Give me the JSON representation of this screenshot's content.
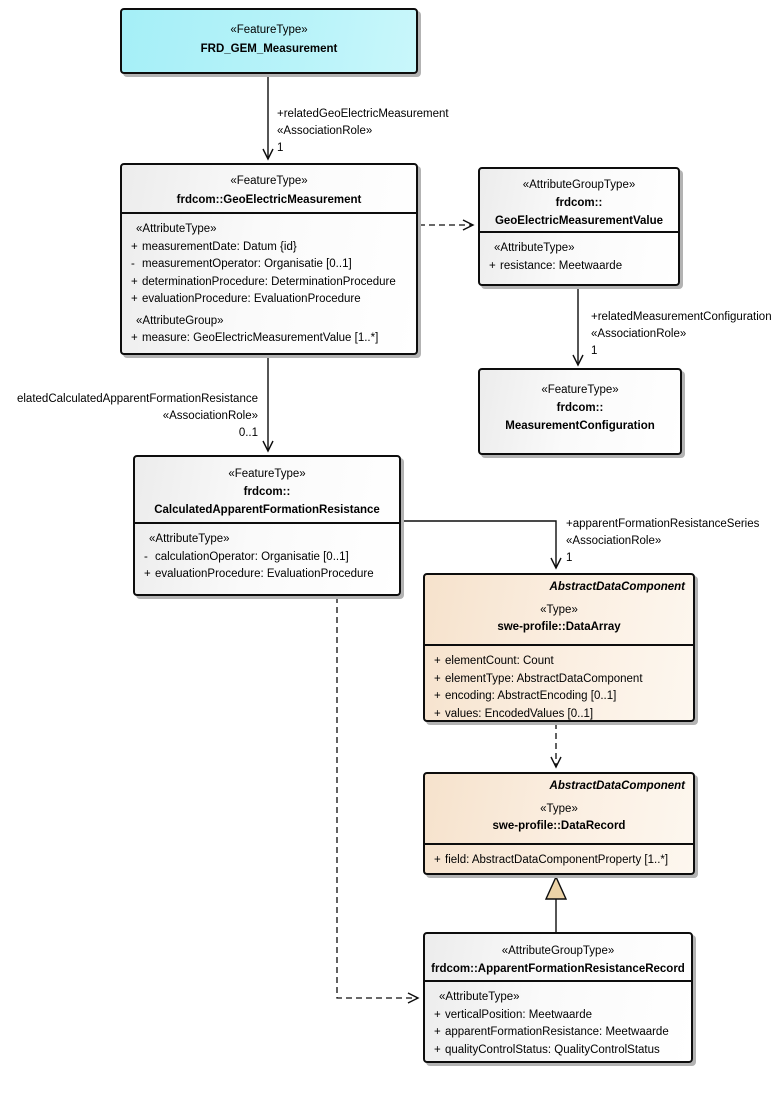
{
  "diagram": {
    "title": "UML class diagram — FRD GEM Measurement model",
    "colors": {
      "feature_highlight": "#AFF1F8",
      "abstract_fill": "#F6E2CC",
      "box_fill": "#F2F2F2",
      "border": "#0D0D0D",
      "generalization_triangle": "#ECD3A7",
      "shadow": "#B3B3B3"
    },
    "boxes": {
      "frd_gem": {
        "stereotype": "«FeatureType»",
        "name": "FRD_GEM_Measurement"
      },
      "gem": {
        "stereotype": "«FeatureType»",
        "name": "frdcom::GeoElectricMeasurement",
        "rows": [
          {
            "sign": "",
            "text": "«AttributeType»"
          },
          {
            "sign": "+",
            "text": "measurementDate: Datum {id}"
          },
          {
            "sign": "-",
            "text": "measurementOperator: Organisatie [0..1]"
          },
          {
            "sign": "+",
            "text": "determinationProcedure: DeterminationProcedure"
          },
          {
            "sign": "+",
            "text": "evaluationProcedure: EvaluationProcedure"
          },
          {
            "sign": "",
            "text": "«AttributeGroup»"
          },
          {
            "sign": "+",
            "text": "measure: GeoElectricMeasurementValue [1..*]"
          }
        ]
      },
      "gemv": {
        "stereotype": "«AttributeGroupType»",
        "name_line1": "frdcom::",
        "name_line2": "GeoElectricMeasurementValue",
        "rows": [
          {
            "sign": "",
            "text": "«AttributeType»"
          },
          {
            "sign": "+",
            "text": "resistance: Meetwaarde"
          }
        ]
      },
      "mconfig": {
        "stereotype": "«FeatureType»",
        "name_line1": "frdcom::",
        "name_line2": "MeasurementConfiguration"
      },
      "calc": {
        "stereotype": "«FeatureType»",
        "name_line1": "frdcom::",
        "name_line2": "CalculatedApparentFormationResistance",
        "rows": [
          {
            "sign": "",
            "text": "«AttributeType»"
          },
          {
            "sign": "-",
            "text": "calculationOperator: Organisatie [0..1]"
          },
          {
            "sign": "+",
            "text": "evaluationProcedure: EvaluationProcedure"
          }
        ]
      },
      "data_array": {
        "parent": "AbstractDataComponent",
        "stereotype": "«Type»",
        "name": "swe-profile::DataArray",
        "rows": [
          {
            "sign": "+",
            "text": "elementCount: Count"
          },
          {
            "sign": "+",
            "text": "elementType: AbstractDataComponent"
          },
          {
            "sign": "+",
            "text": "encoding: AbstractEncoding [0..1]"
          },
          {
            "sign": "+",
            "text": "values: EncodedValues [0..1]"
          }
        ]
      },
      "data_record": {
        "parent": "AbstractDataComponent",
        "stereotype": "«Type»",
        "name": "swe-profile::DataRecord",
        "rows": [
          {
            "sign": "+",
            "text": "field: AbstractDataComponentProperty [1..*]"
          }
        ]
      },
      "afr_record": {
        "stereotype": "«AttributeGroupType»",
        "name": "frdcom::ApparentFormationResistanceRecord",
        "rows": [
          {
            "sign": "",
            "text": "«AttributeType»"
          },
          {
            "sign": "+",
            "text": "verticalPosition: Meetwaarde"
          },
          {
            "sign": "+",
            "text": "apparentFormationResistance: Meetwaarde"
          },
          {
            "sign": "+",
            "text": "qualityControlStatus: QualityControlStatus"
          }
        ]
      }
    },
    "connectors": {
      "related_gem": {
        "role": "+relatedGeoElectricMeasurement",
        "stereotype": "«AssociationRole»",
        "multiplicity": "1"
      },
      "related_mconfig": {
        "role": "+relatedMeasurementConfiguration",
        "stereotype": "«AssociationRole»",
        "multiplicity": "1"
      },
      "related_calc": {
        "role": "elatedCalculatedApparentFormationResistance",
        "stereotype": "«AssociationRole»",
        "multiplicity": "0..1"
      },
      "afr_series": {
        "role": "+apparentFormationResistanceSeries",
        "stereotype": "«AssociationRole»",
        "multiplicity": "1"
      }
    }
  }
}
